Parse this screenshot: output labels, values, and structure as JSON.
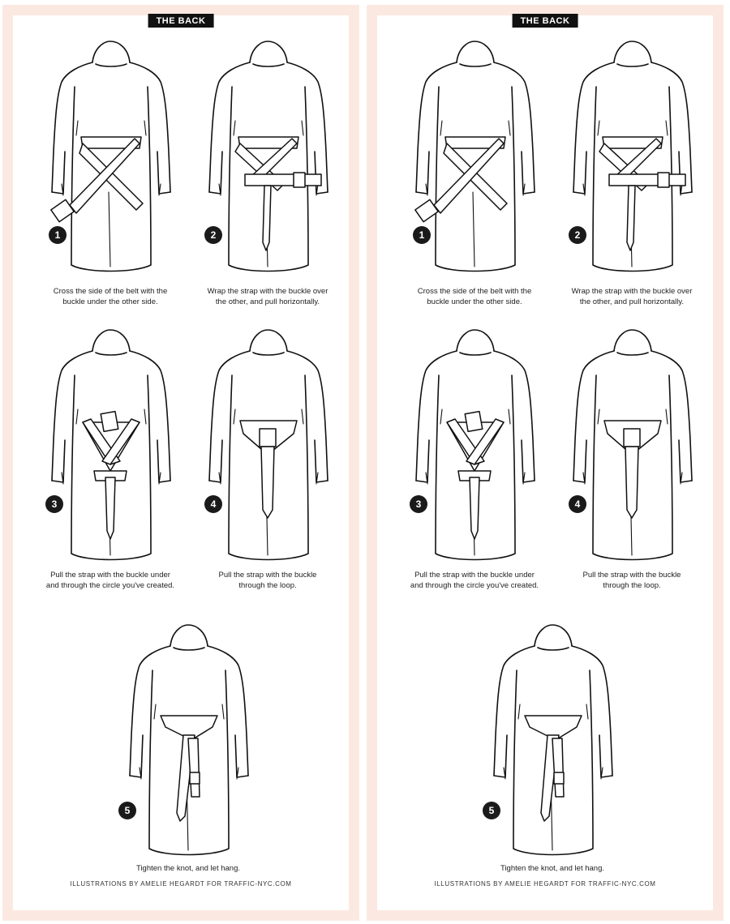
{
  "header": {
    "tag": "THE BACK"
  },
  "steps": [
    {
      "number": "1",
      "caption_line1": "Cross the side of the belt with the",
      "caption_line2": "buckle under the other side."
    },
    {
      "number": "2",
      "caption_line1": "Wrap the strap with the buckle over",
      "caption_line2": "the other, and pull horizontally."
    },
    {
      "number": "3",
      "caption_line1": "Pull the strap with the buckle under",
      "caption_line2": "and through the circle you've created."
    },
    {
      "number": "4",
      "caption_line1": "Pull the strap with the buckle",
      "caption_line2": "through the loop."
    },
    {
      "number": "5",
      "caption_line1": "Tighten the knot, and let hang.",
      "caption_line2": ""
    }
  ],
  "footer": {
    "credit": "ILLUSTRATIONS BY AMELIE HEGARDT FOR TRAFFIC-NYC.COM"
  },
  "colors": {
    "panel_border": "#fbe9e1",
    "ink": "#111111",
    "badge": "#1a1a1a"
  }
}
